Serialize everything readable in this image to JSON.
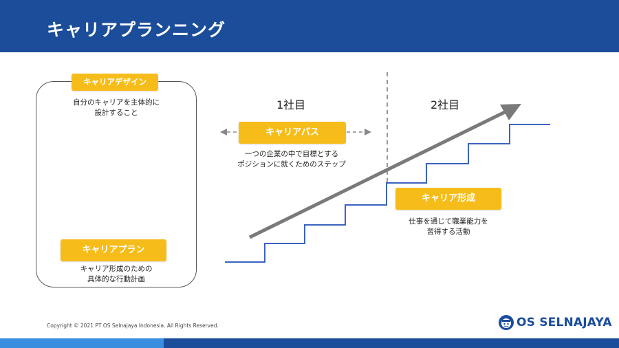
{
  "slide": {
    "title": "キャリアプランニング"
  },
  "career_design": {
    "label": "キャリアデザイン",
    "desc_line1": "自分のキャリアを主体的に",
    "desc_line2": "設計すること"
  },
  "career_plan": {
    "label": "キャリアプラン",
    "desc_line1": "キャリア形成のための",
    "desc_line2": "具体的な行動計画"
  },
  "timeline": {
    "year1": "1社目",
    "year2": "2社目"
  },
  "career_path": {
    "label": "キャリアパス",
    "desc_line1": "一つの企業の中で目標とする",
    "desc_line2": "ポジションに就くためのステップ"
  },
  "career_formation": {
    "label": "キャリア形成",
    "desc_line1": "仕事を通じて職業能力を",
    "desc_line2": "習得する活動"
  },
  "footer": {
    "copyright": "Copyright © 2021 PT OS Selnajaya Indonesia. All Rights Reserved.",
    "logo_text": "OS SELNAJAYA"
  },
  "colors": {
    "brand_blue": "#1b4d9b",
    "accent_yellow": "#f6bd1a",
    "stair_blue": "#3a63c0",
    "arrow_gray": "#7a7a7a"
  }
}
